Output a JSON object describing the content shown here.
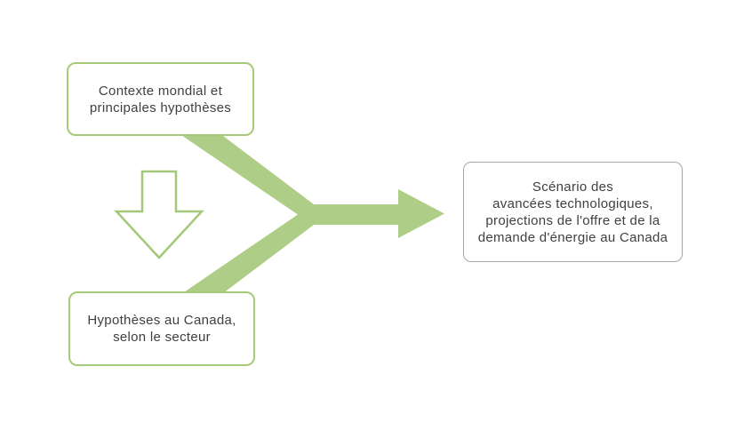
{
  "diagram": {
    "boxes": {
      "context": {
        "lines": [
          "Contexte mondial et",
          "principales hypothèses"
        ]
      },
      "canada": {
        "lines": [
          "Hypothèses au Canada,",
          "selon le secteur"
        ]
      },
      "scenario": {
        "lines": [
          "Scénario des",
          "avancées technologiques,",
          "projections de l'offre et de la",
          "demande d'énergie au Canada"
        ]
      }
    },
    "arrows": {
      "down_arrow": "hollow downward arrow between the two left boxes",
      "merge_arrow": "filled merge arrow joining both left boxes and pointing right"
    },
    "colors": {
      "arrow_fill_green": "#aecd86",
      "arrow_outline_green": "#a3c878",
      "box_border_green": "#a6ca77",
      "box_border_gray": "#a6a6a6",
      "text": "#404040",
      "background": "#ffffff"
    }
  }
}
